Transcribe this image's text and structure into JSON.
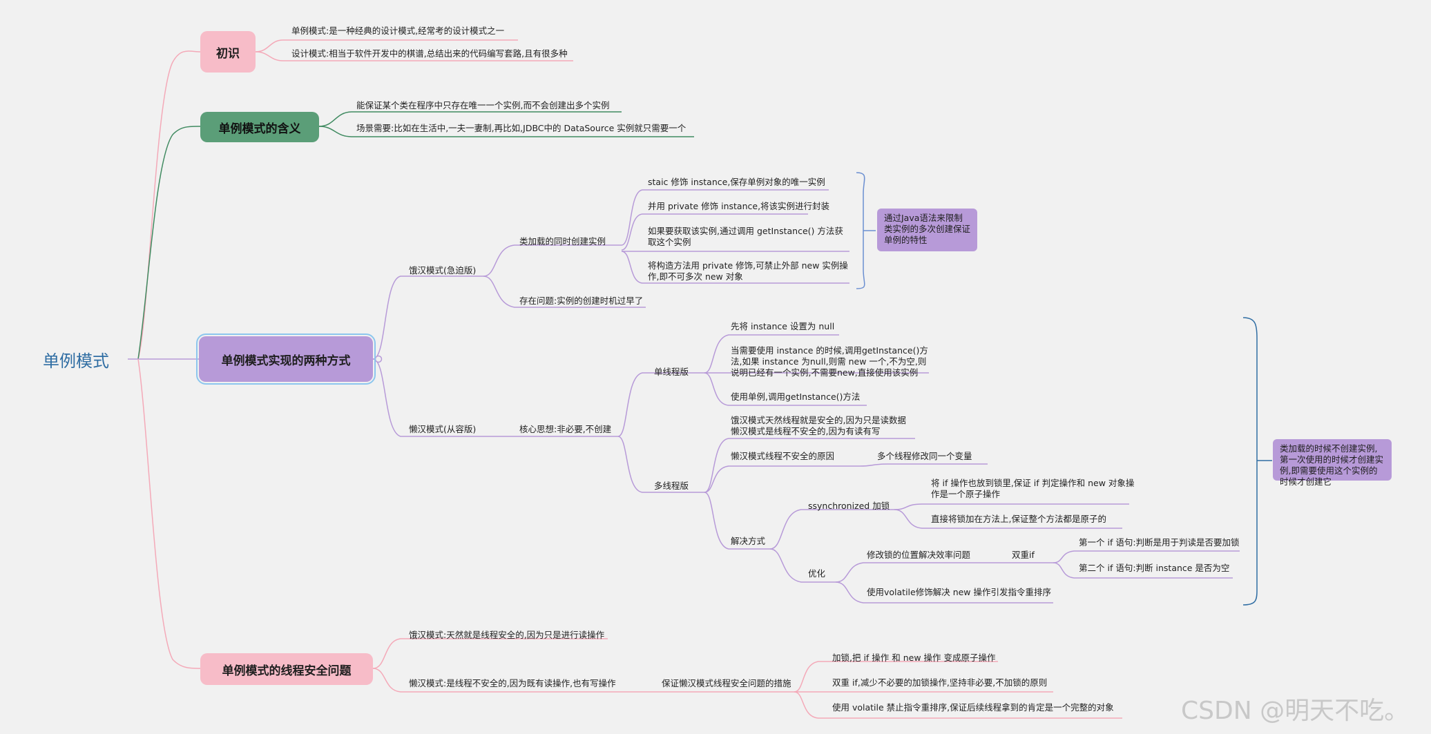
{
  "root": "单例模式",
  "b1": {
    "title": "初识",
    "items": [
      "单例模式:是一种经典的设计模式,经常考的设计模式之一",
      "设计模式:相当于软件开发中的棋谱,总结出来的代码编写套路,且有很多种"
    ]
  },
  "b2": {
    "title": "单例模式的含义",
    "items": [
      "能保证某个类在程序中只存在唯一一个实例,而不会创建出多个实例",
      "场景需要:比如在生活中,一夫一妻制,再比如,JDBC中的 DataSource 实例就只需要一个"
    ]
  },
  "b3": {
    "title": "单例模式实现的两种方式",
    "eager": {
      "label": "饿汉模式(急迫版)",
      "sub1": "类加载的同时创建实例",
      "items": [
        "staic 修饰 instance,保存单例对象的唯一实例",
        "并用 private 修饰 instance,将该实例进行封装",
        "如果要获取该实例,通过调用 getInstance() 方法获取这个实例",
        "将构造方法用 private 修饰,可禁止外部 new 实例操作,即不可多次 new 对象"
      ],
      "note": "通过Java语法来限制类实例的多次创建保证单例的特性",
      "sub2": "存在问题:实例的创建时机过早了"
    },
    "lazy": {
      "label": "懒汉模式(从容版)",
      "core": "核心思想:非必要,不创建",
      "single": {
        "label": "单线程版",
        "items": [
          "先将 instance 设置为 null",
          "当需要使用 instance 的时候,调用getInstance()方法,如果 instance 为null,则需 new 一个,不为空,则说明已经有一个实例,不需要new,直接使用该实例",
          "使用单例,调用getInstance()方法"
        ]
      },
      "multi": {
        "label": "多线程版",
        "safety": "饿汉模式天然线程就是安全的,因为只是读数据懒汉模式是线程不安全的,因为有读有写",
        "unsafe_reason": "懒汉模式线程不安全的原因",
        "unsafe_detail": "多个线程修改同一个变量",
        "solution": "解决方式",
        "sync": "ssynchronized 加锁",
        "sync_items": [
          "将 if 操作也放到锁里,保证 if 判定操作和 new 对象操作是一个原子操作",
          "直接将锁加在方法上,保证整个方法都是原子的"
        ],
        "optimize": "优化",
        "opt_lock": "修改锁的位置解决效率问题",
        "double_if": "双重if",
        "double_items": [
          "第一个 if 语句:判断是用于判读是否要加锁",
          "第二个 if 语句:判断 instance 是否为空"
        ],
        "volatile": "使用volatile修饰解决 new 操作引发指令重排序"
      },
      "note": "类加载的时候不创建实例,第一次使用的时候才创建实例,即需要使用这个实例的时候才创建它"
    }
  },
  "b4": {
    "title": "单例模式的线程安全问题",
    "eager": "饿汉模式:天然就是线程安全的,因为只是进行读操作",
    "lazy": "懒汉模式:是线程不安全的,因为既有读操作,也有写操作",
    "measures": "保证懒汉模式线程安全问题的措施",
    "items": [
      "加锁,把 if 操作 和 new 操作 变成原子操作",
      "双重 if,减少不必要的加锁操作,坚持非必要,不加锁的原则",
      "使用 volatile 禁止指令重排序,保证后续线程拿到的肯定是一个完整的对象"
    ]
  },
  "watermark": "CSDN @明天不吃。"
}
